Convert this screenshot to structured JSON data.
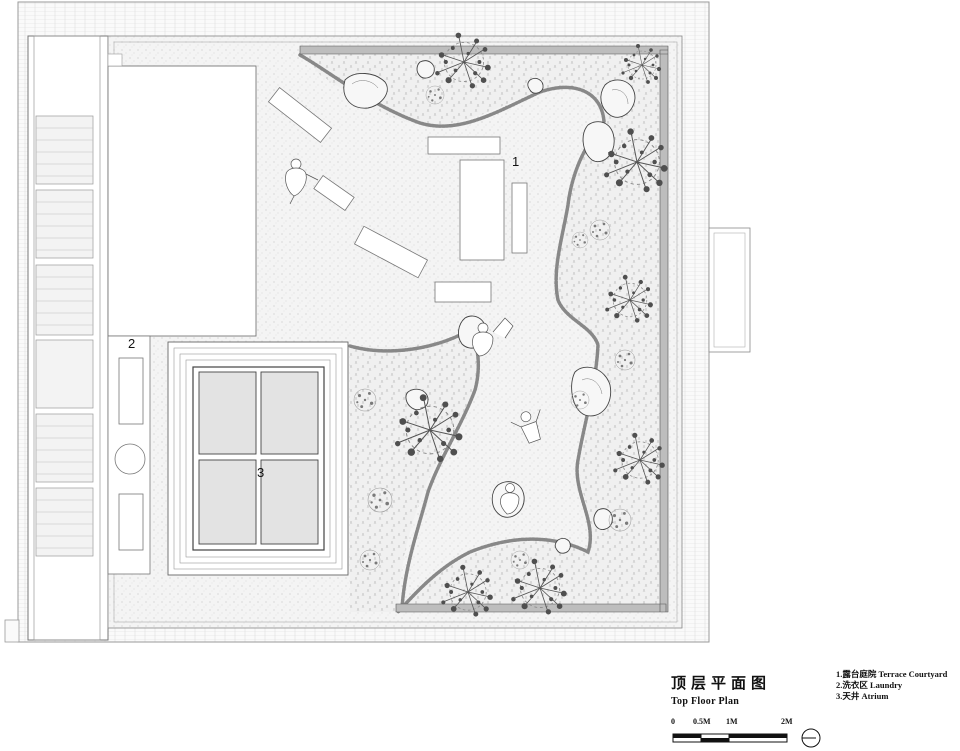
{
  "labels": {
    "terrace": "1",
    "laundry": "2",
    "atrium": "3"
  },
  "title": {
    "cn": "顶层平面图",
    "en": "Top Floor Plan"
  },
  "legend": [
    "1.露台庭院 Terrace Courtyard",
    "2.洗衣区 Laundry",
    "3.天井 Atrium"
  ],
  "scale": {
    "zero": "0",
    "half": "0.5M",
    "one": "1M",
    "two": "2M"
  },
  "colors": {
    "line": "#555555",
    "wall": "#c9c9c9",
    "fill": "#ebebeb",
    "atrium": "#e3e3e3",
    "plant": "#6a6a6a"
  },
  "icons": {
    "north": "north-arrow-icon"
  }
}
